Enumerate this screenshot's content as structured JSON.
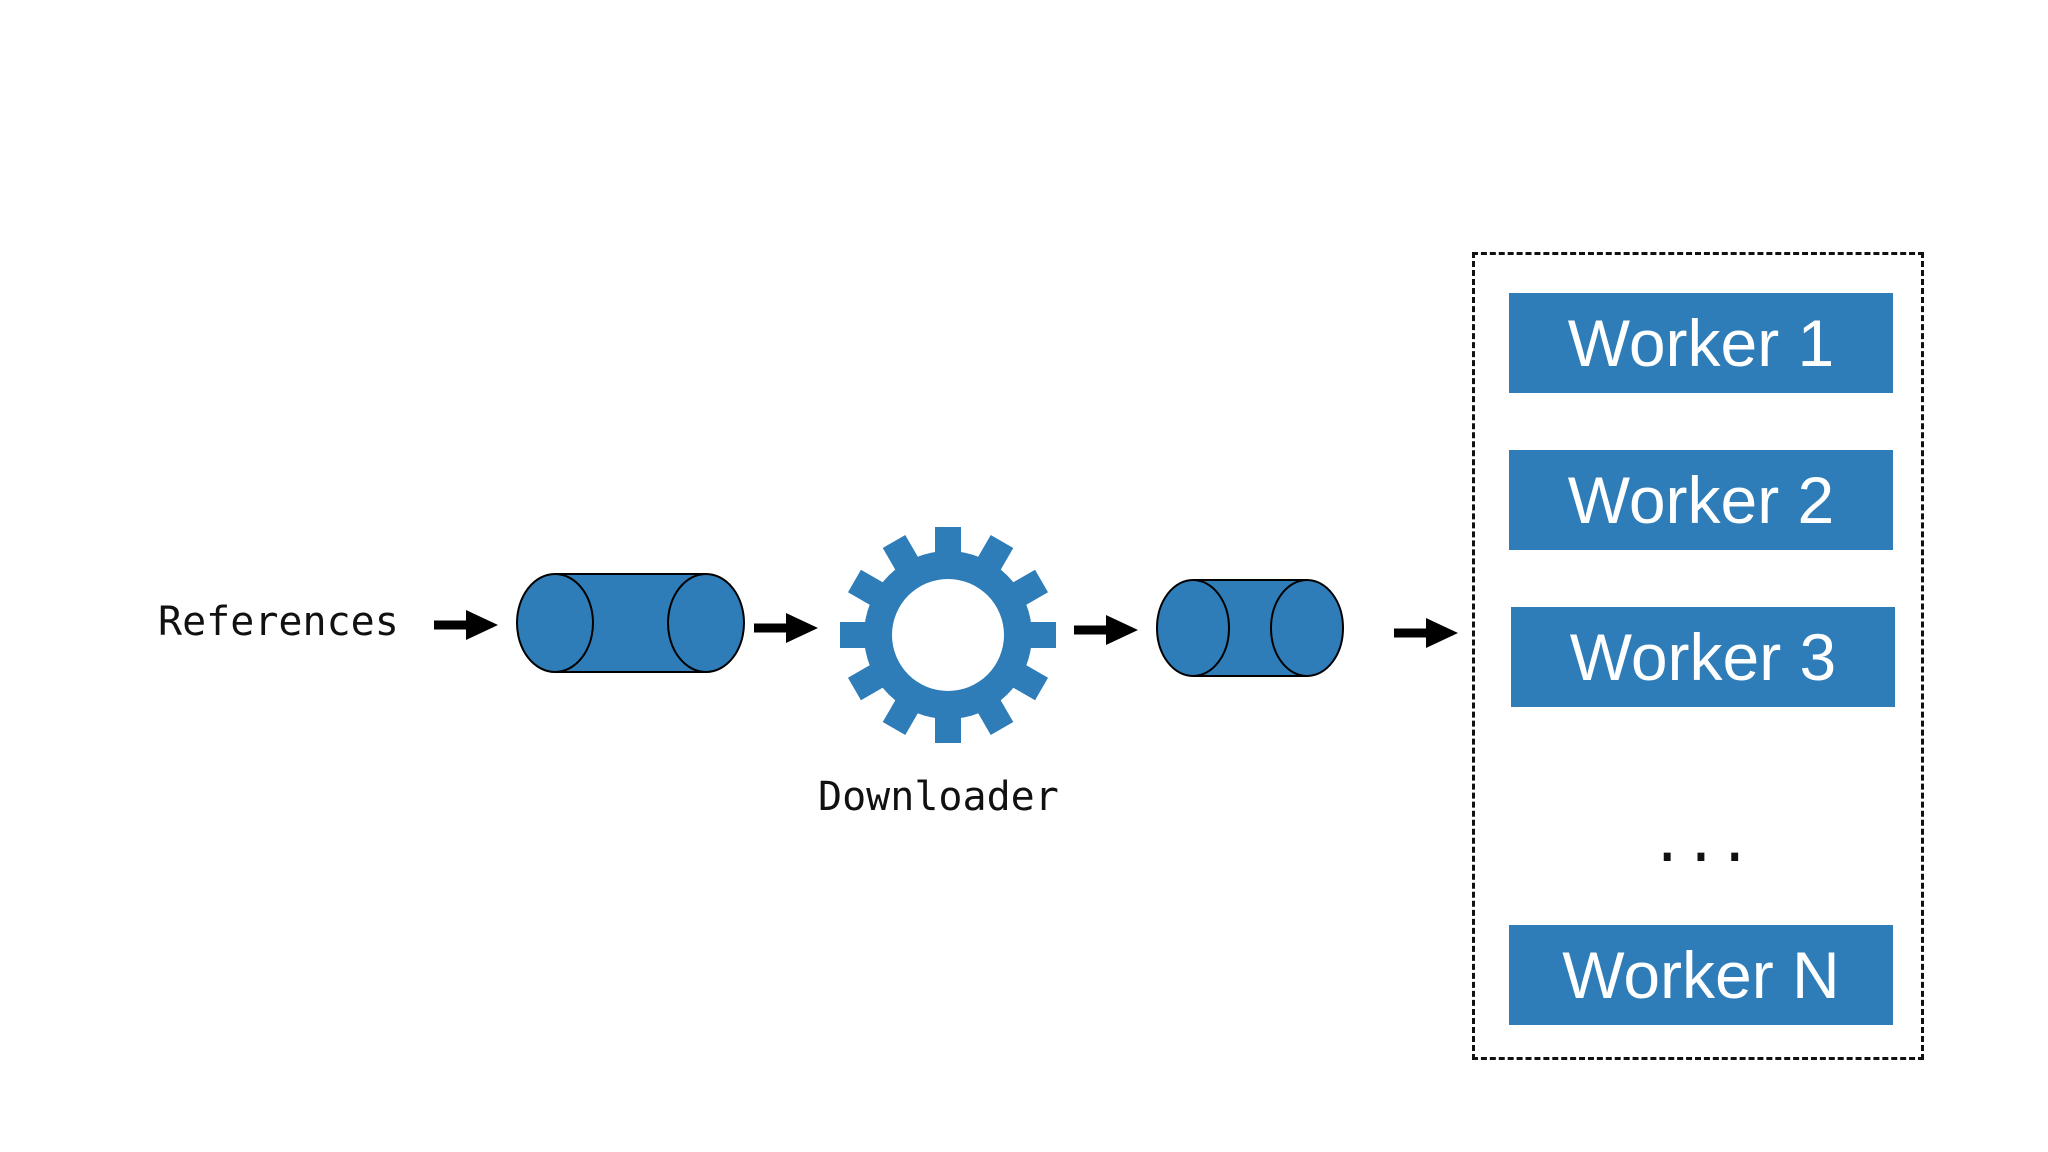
{
  "diagram": {
    "source_label": "References",
    "downloader_label": "Downloader",
    "workers": [
      "Worker 1",
      "Worker 2",
      "Worker 3",
      "Worker N"
    ],
    "ellipsis": "...",
    "accent_color": "#2f7db8",
    "icons": [
      "queue-cylinder",
      "gear-icon",
      "arrow-right-icon"
    ]
  }
}
